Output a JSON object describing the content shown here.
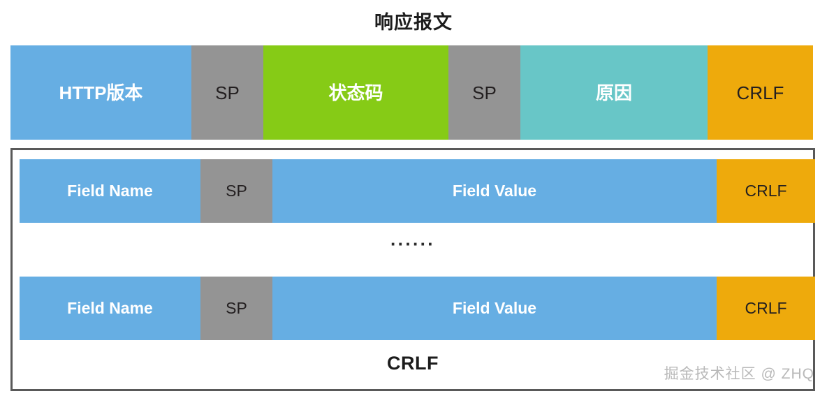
{
  "diagram": {
    "title": "响应报文",
    "status_line": {
      "name": "status-line",
      "segments": [
        {
          "label": "HTTP版本",
          "color": "#66aee3",
          "text_color": "#ffffff",
          "role": "http-version"
        },
        {
          "label": "SP",
          "color": "#949494",
          "text_color": "#231f20",
          "role": "space-separator"
        },
        {
          "label": "状态码",
          "color": "#86cb16",
          "text_color": "#ffffff",
          "role": "status-code"
        },
        {
          "label": "SP",
          "color": "#949494",
          "text_color": "#231f20",
          "role": "space-separator"
        },
        {
          "label": "原因",
          "color": "#68c6c7",
          "text_color": "#ffffff",
          "role": "reason-phrase"
        },
        {
          "label": "CRLF",
          "color": "#eeaa0c",
          "text_color": "#231f20",
          "role": "line-break"
        }
      ]
    },
    "header_block": {
      "border_color": "#595959",
      "rows": [
        {
          "name": "header-field-row-1",
          "segments": [
            {
              "label": "Field Name",
              "color": "#66aee3",
              "text_color": "#ffffff",
              "role": "field-name"
            },
            {
              "label": "SP",
              "color": "#949494",
              "text_color": "#231f20",
              "role": "space-separator"
            },
            {
              "label": "Field Value",
              "color": "#66aee3",
              "text_color": "#ffffff",
              "role": "field-value"
            },
            {
              "label": "CRLF",
              "color": "#eeaa0c",
              "text_color": "#231f20",
              "role": "line-break"
            }
          ]
        },
        {
          "name": "header-field-row-2",
          "segments": [
            {
              "label": "Field Name",
              "color": "#66aee3",
              "text_color": "#ffffff",
              "role": "field-name"
            },
            {
              "label": "SP",
              "color": "#949494",
              "text_color": "#231f20",
              "role": "space-separator"
            },
            {
              "label": "Field Value",
              "color": "#66aee3",
              "text_color": "#ffffff",
              "role": "field-value"
            },
            {
              "label": "CRLF",
              "color": "#eeaa0c",
              "text_color": "#231f20",
              "role": "line-break"
            }
          ]
        }
      ],
      "ellipsis": "······",
      "final_crlf": "CRLF"
    }
  },
  "watermark": {
    "text": "掘金技术社区 @ ZHQ"
  }
}
